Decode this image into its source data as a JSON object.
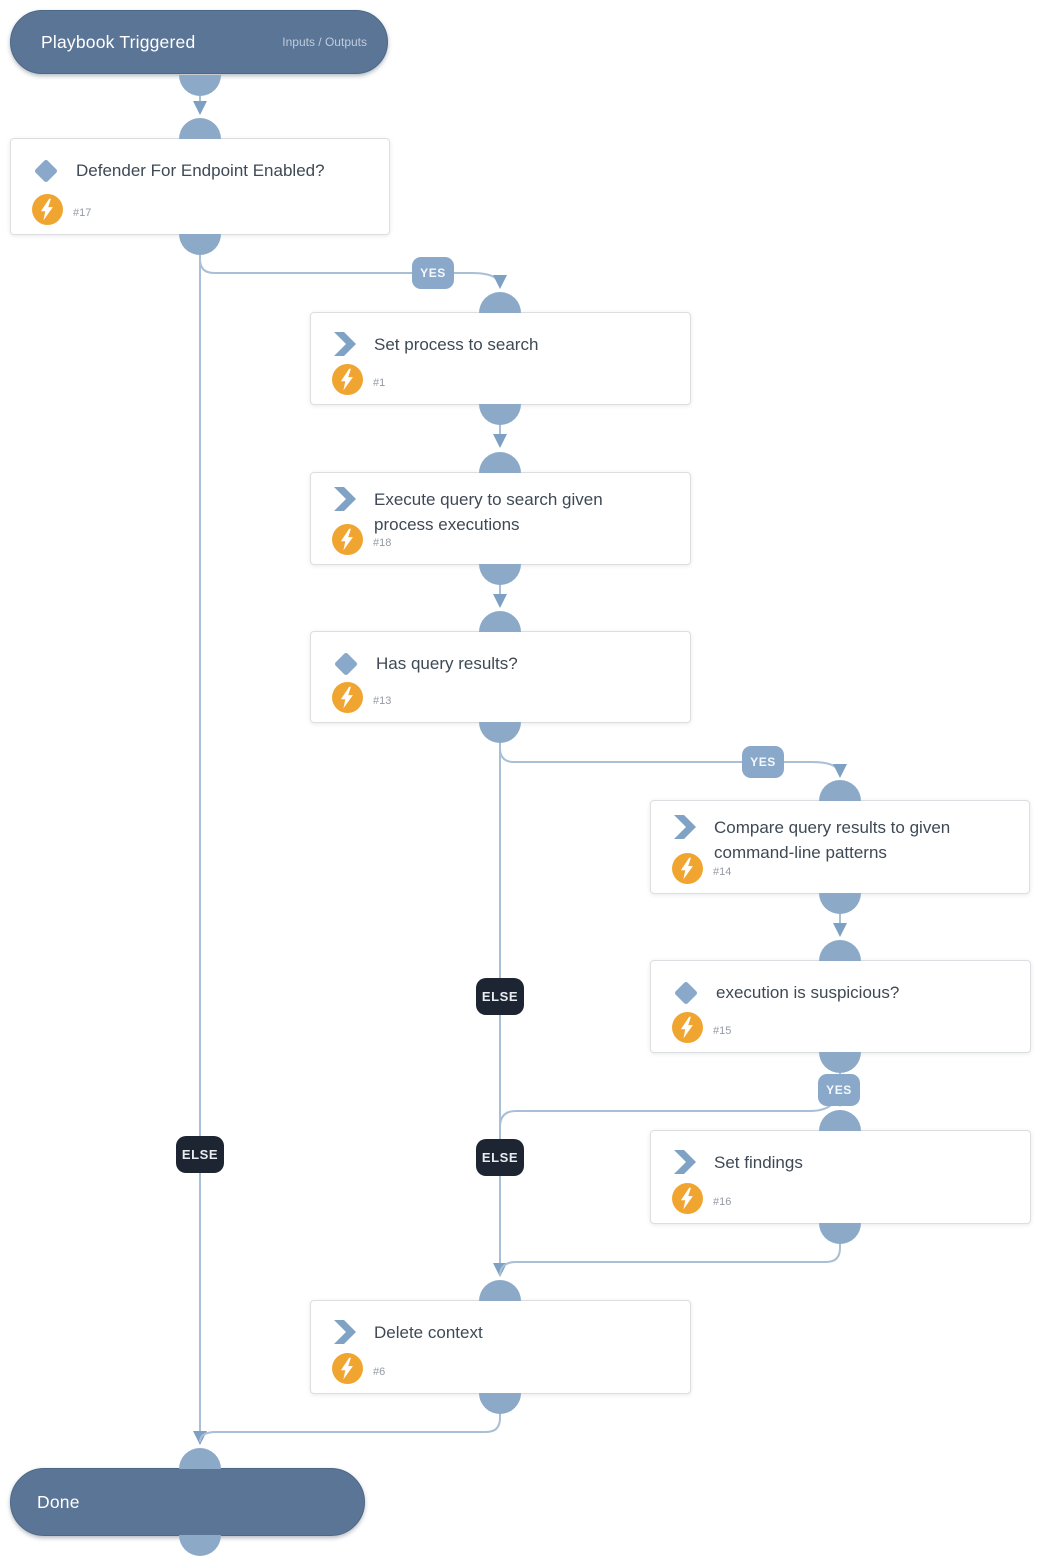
{
  "labels": {
    "yes": "YES",
    "else": "ELSE"
  },
  "colors": {
    "pill_background": "#5b7596",
    "connector_line": "#a8bfd5",
    "connector_node": "#8caac8",
    "arrowhead": "#7da0c3",
    "yes_badge": "#8aa8c9",
    "else_badge": "#1c2531",
    "automation_badge": "#f0a531",
    "condition_icon": "#8aa8c9",
    "task_icon": "#7fa2c5",
    "node_title_text": "#3e4955"
  },
  "nodes": {
    "start": {
      "title": "Playbook Triggered",
      "subtitle": "Inputs / Outputs"
    },
    "cond_defender": {
      "title": "Defender For Endpoint Enabled?",
      "number": "#17"
    },
    "task_set_process": {
      "title": "Set process to search",
      "number": "#1"
    },
    "task_execute_query": {
      "title": "Execute query to search given process executions",
      "number": "#18"
    },
    "cond_has_results": {
      "title": "Has query results?",
      "number": "#13"
    },
    "task_compare": {
      "title": "Compare query results to given command-line patterns",
      "number": "#14"
    },
    "cond_suspicious": {
      "title": "execution is suspicious?",
      "number": "#15"
    },
    "task_set_findings": {
      "title": "Set findings",
      "number": "#16"
    },
    "task_delete_context": {
      "title": "Delete context",
      "number": "#6"
    },
    "end": {
      "title": "Done"
    }
  }
}
